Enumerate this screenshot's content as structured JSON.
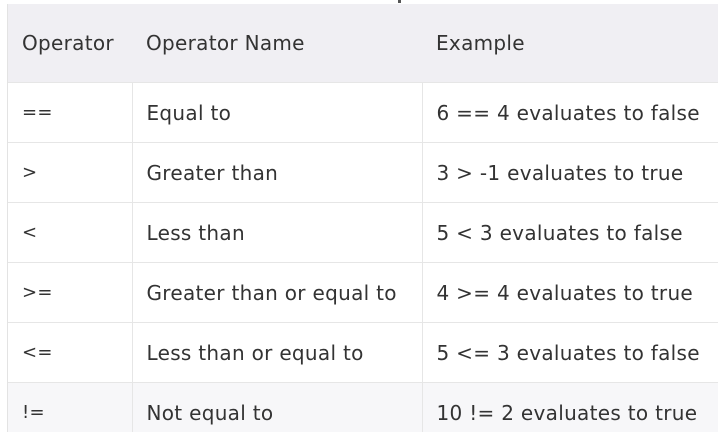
{
  "table": {
    "headers": [
      "Operator",
      "Operator Name",
      "Example"
    ],
    "rows": [
      {
        "operator": "==",
        "name": "Equal to",
        "example": "6 == 4 evaluates to false"
      },
      {
        "operator": ">",
        "name": "Greater than",
        "example": "3 > -1 evaluates to true"
      },
      {
        "operator": "<",
        "name": "Less than",
        "example": "5 < 3 evaluates to false"
      },
      {
        "operator": ">=",
        "name": "Greater than or equal to",
        "example": "4 >= 4 evaluates to true"
      },
      {
        "operator": "<=",
        "name": "Less than or equal to",
        "example": "5 <= 3 evaluates to false"
      },
      {
        "operator": "!=",
        "name": "Not equal to",
        "example": "10 != 2 evaluates to true"
      }
    ]
  }
}
